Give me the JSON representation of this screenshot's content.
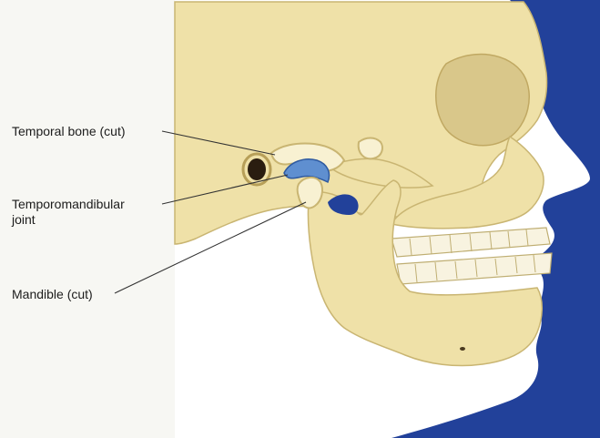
{
  "figure": {
    "labels": {
      "temporal_bone": "Temporal bone (cut)",
      "tmj_line1": "Temporomandibular",
      "tmj_line2": "joint",
      "mandible": "Mandible (cut)"
    },
    "colors": {
      "background_panel": "#f7f7f3",
      "skin_profile": "#22419a",
      "bone": "#efe1a8",
      "bone_shadow": "#c9b572",
      "cut_surface": "#f8f1d2",
      "joint_disc": "#5f8fd0",
      "leader_line": "#333333"
    }
  }
}
